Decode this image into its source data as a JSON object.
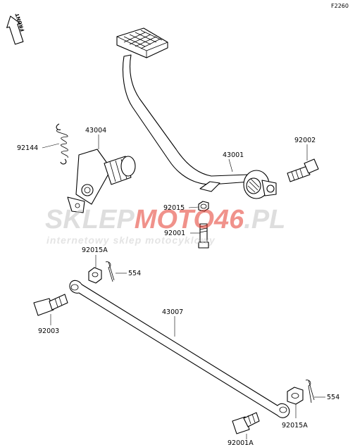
{
  "diagram": {
    "code": "F2260",
    "front_label": "FRONT",
    "watermark": {
      "part1": "SKLEP",
      "part2": "MOTO",
      "part3": "46",
      "part4": ".PL",
      "tagline": "internetowy sklep motocyklowy",
      "grey": "#c4c4c4",
      "red": "#e43a2e"
    },
    "labels": {
      "spring": "92144",
      "shaft": "43004",
      "pedal": "43001",
      "pedal_bolt": "92002",
      "nut": "92015",
      "stud": "92001",
      "upper_nut": "92015A",
      "upper_pin": "554",
      "left_bolt": "92003",
      "rod": "43007",
      "lower_pin": "554",
      "lower_nut": "92015A",
      "lower_bolt": "92001A"
    }
  }
}
